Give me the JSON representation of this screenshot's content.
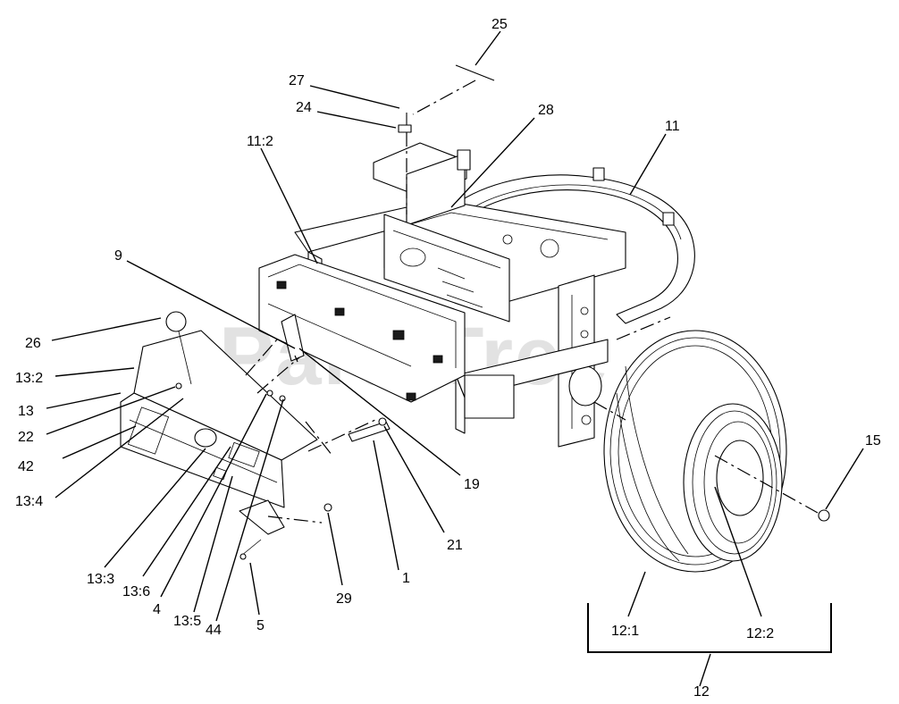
{
  "watermark": "PartsTree",
  "callouts": [
    {
      "id": "25",
      "label": "25"
    },
    {
      "id": "27",
      "label": "27"
    },
    {
      "id": "24",
      "label": "24"
    },
    {
      "id": "28",
      "label": "28"
    },
    {
      "id": "11_2",
      "label": "11:2"
    },
    {
      "id": "11",
      "label": "11"
    },
    {
      "id": "9",
      "label": "9"
    },
    {
      "id": "26",
      "label": "26"
    },
    {
      "id": "13_2",
      "label": "13:2"
    },
    {
      "id": "13",
      "label": "13"
    },
    {
      "id": "22",
      "label": "22"
    },
    {
      "id": "42",
      "label": "42"
    },
    {
      "id": "13_4",
      "label": "13:4"
    },
    {
      "id": "19",
      "label": "19"
    },
    {
      "id": "15",
      "label": "15"
    },
    {
      "id": "21",
      "label": "21"
    },
    {
      "id": "1",
      "label": "1"
    },
    {
      "id": "29",
      "label": "29"
    },
    {
      "id": "13_3",
      "label": "13:3"
    },
    {
      "id": "13_6",
      "label": "13:6"
    },
    {
      "id": "4",
      "label": "4"
    },
    {
      "id": "13_5",
      "label": "13:5"
    },
    {
      "id": "44",
      "label": "44"
    },
    {
      "id": "5",
      "label": "5"
    },
    {
      "id": "12_1",
      "label": "12:1"
    },
    {
      "id": "12_2",
      "label": "12:2"
    },
    {
      "id": "12",
      "label": "12"
    }
  ]
}
